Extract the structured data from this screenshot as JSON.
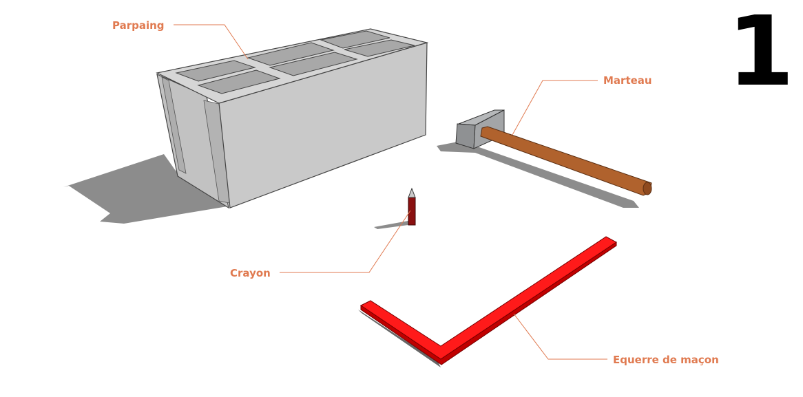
{
  "step_number": "1",
  "labels": {
    "parpaing": "Parpaing",
    "marteau": "Marteau",
    "crayon": "Crayon",
    "equerre": "Equerre de maçon"
  },
  "colors": {
    "label": "#e07a50",
    "leader": "#e07a50",
    "block_face": "#c9c9c9",
    "block_front": "#b9b9b9",
    "block_top": "#d8d8d8",
    "block_hole": "#a9a9a9",
    "shadow": "#8c8c8c",
    "hammer_head": "#9a9c9e",
    "hammer_handle": "#b0622d",
    "pencil": "#8a1010",
    "square": "#ff1a1a"
  }
}
